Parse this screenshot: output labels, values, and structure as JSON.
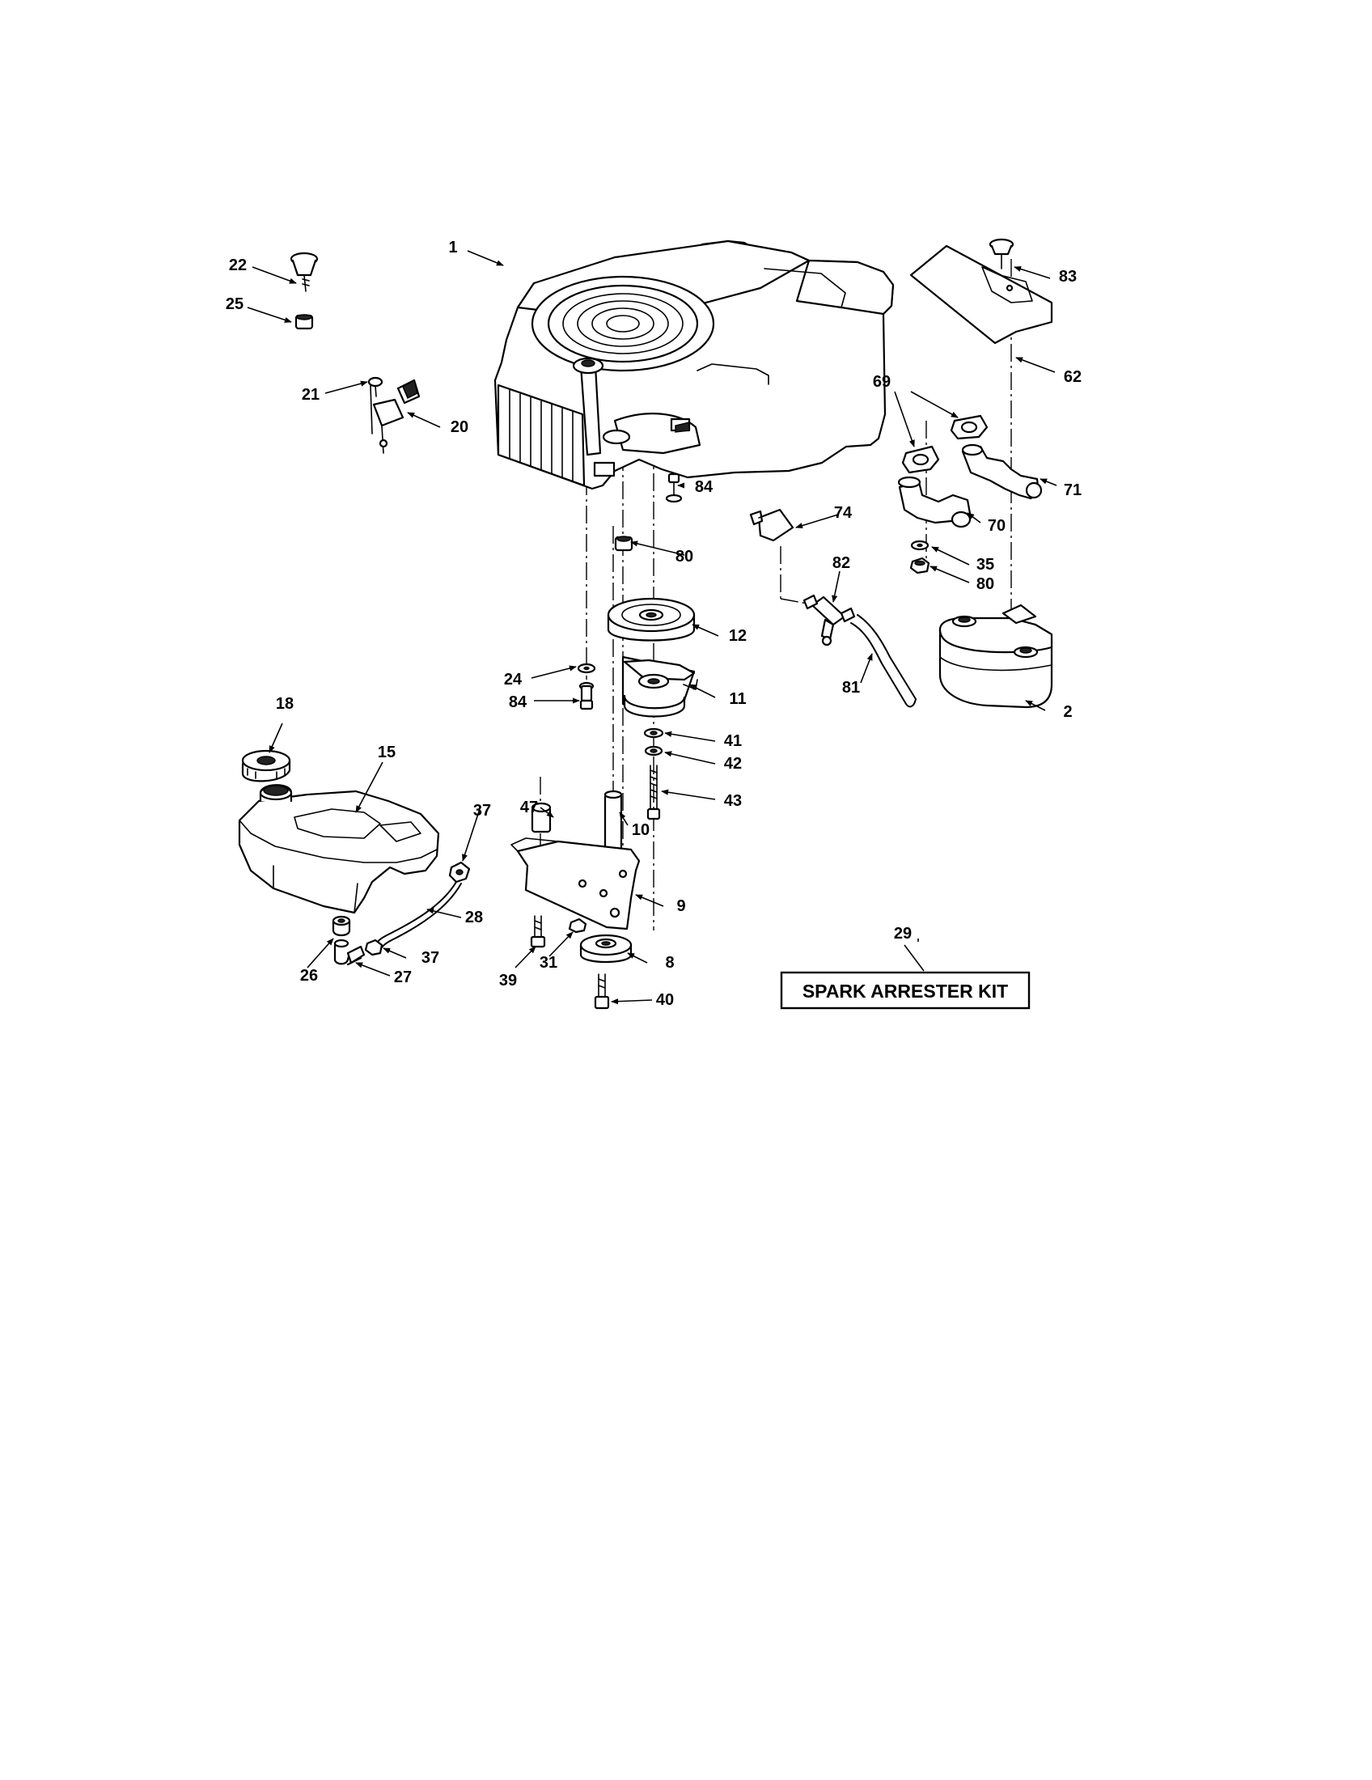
{
  "callouts": [
    "1",
    "2",
    "8",
    "9",
    "10",
    "11",
    "12",
    "15",
    "18",
    "20",
    "21",
    "22",
    "24",
    "25",
    "26",
    "27",
    "28",
    "29",
    "31",
    "35",
    "37",
    "37",
    "39",
    "40",
    "41",
    "42",
    "43",
    "47",
    "62",
    "69",
    "70",
    "71",
    "74",
    "80",
    "80",
    "81",
    "82",
    "83",
    "84",
    "84"
  ],
  "kit_box": {
    "label": "SPARK ARRESTER KIT",
    "callout": "29"
  },
  "icons": {
    "arrowhead": "arrowhead-icon"
  },
  "colors": {
    "ink": "#000000",
    "paper": "#ffffff"
  }
}
